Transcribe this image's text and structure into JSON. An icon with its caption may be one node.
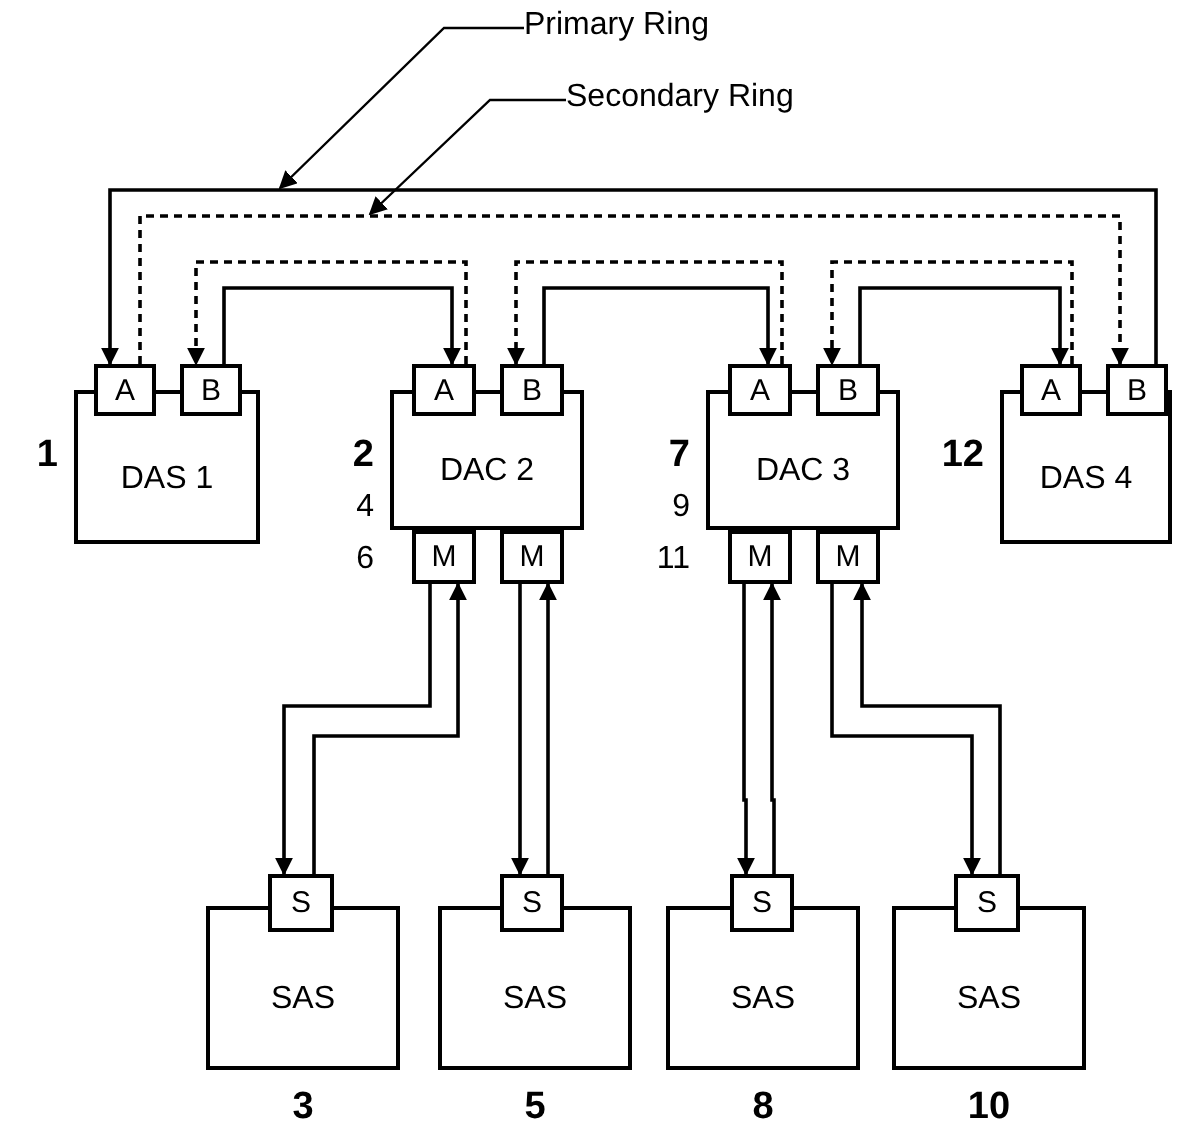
{
  "diagram": {
    "nodes": [
      {
        "text": [
          "DAS 1"
        ],
        "beside": [
          "1"
        ]
      },
      {
        "text": [
          "A"
        ]
      },
      {
        "text": [
          "B"
        ]
      },
      {
        "text": [
          "DAC 2"
        ],
        "beside": [
          "2",
          "4",
          "6"
        ]
      },
      {
        "text": [
          "A"
        ]
      },
      {
        "text": [
          "B"
        ]
      },
      {
        "text": [
          "M"
        ]
      },
      {
        "text": [
          "M"
        ]
      },
      {
        "text": [
          "DAC 3"
        ],
        "beside": [
          "7",
          "9",
          "11"
        ]
      },
      {
        "text": [
          "A"
        ]
      },
      {
        "text": [
          "B"
        ]
      },
      {
        "text": [
          "M"
        ]
      },
      {
        "text": [
          "M"
        ]
      },
      {
        "text": [
          "DAS 4"
        ],
        "beside": [
          "12"
        ]
      },
      {
        "text": [
          "A"
        ]
      },
      {
        "text": [
          "B"
        ]
      },
      {
        "text": [
          "SAS"
        ],
        "beside": [
          "3"
        ]
      },
      {
        "text": [
          "S"
        ]
      },
      {
        "text": [
          "SAS"
        ],
        "beside": [
          "5"
        ]
      },
      {
        "text": [
          "S"
        ]
      },
      {
        "text": [
          "SAS"
        ],
        "beside": [
          "8"
        ]
      },
      {
        "text": [
          "S"
        ]
      },
      {
        "text": [
          "SAS"
        ],
        "beside": [
          "10"
        ]
      },
      {
        "text": [
          "S"
        ]
      },
      {
        "text": [
          "Primary Ring"
        ]
      },
      {
        "text": [
          "Secondary Ring"
        ]
      }
    ],
    "edges": [
      {
        "from": 15,
        "to": 1,
        "arrow": "to"
      },
      {
        "from": 1,
        "to": 15,
        "arrow": "to",
        "style": "dashed"
      },
      {
        "from": 2,
        "to": 4,
        "arrow": "to"
      },
      {
        "from": 4,
        "to": 2,
        "arrow": "to",
        "style": "dashed"
      },
      {
        "from": 5,
        "to": 9,
        "arrow": "to"
      },
      {
        "from": 9,
        "to": 5,
        "arrow": "to",
        "style": "dashed"
      },
      {
        "from": 10,
        "to": 14,
        "arrow": "to"
      },
      {
        "from": 14,
        "to": 10,
        "arrow": "to",
        "style": "dashed"
      },
      {
        "from": 6,
        "to": 17,
        "arrow": "to"
      },
      {
        "from": 17,
        "to": 6,
        "arrow": "to"
      },
      {
        "from": 7,
        "to": 19,
        "arrow": "to"
      },
      {
        "from": 19,
        "to": 7,
        "arrow": "to"
      },
      {
        "from": 11,
        "to": 21,
        "arrow": "to"
      },
      {
        "from": 21,
        "to": 11,
        "arrow": "to"
      },
      {
        "from": 12,
        "to": 23,
        "arrow": "to"
      },
      {
        "from": 23,
        "to": 12,
        "arrow": "to"
      },
      {
        "from": 24,
        "to": null,
        "arrow": "to"
      },
      {
        "from": 25,
        "to": null,
        "arrow": "to"
      }
    ]
  }
}
